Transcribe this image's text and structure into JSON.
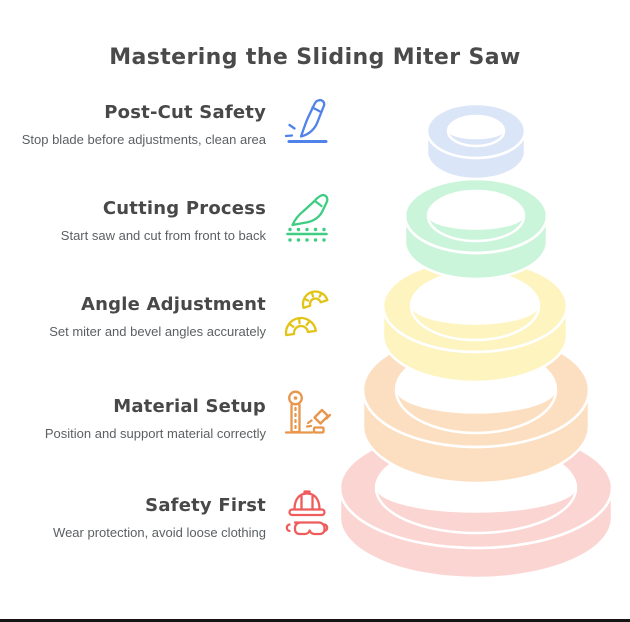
{
  "header": {
    "title": "Mastering the Sliding Miter Saw",
    "color": "#4a4a4a"
  },
  "steps": [
    {
      "title": "Post-Cut Safety",
      "description": "Stop blade before adjustments, clean area",
      "icon": "scalpel-cut-icon",
      "icon_color": "#4f83ea",
      "ring_color": "#dbe5f8"
    },
    {
      "title": "Cutting Process",
      "description": "Start saw and cut from front to back",
      "icon": "cutting-knife-icon",
      "icon_color": "#3fcc83",
      "ring_color": "#cbf5da"
    },
    {
      "title": "Angle Adjustment",
      "description": "Set miter and bevel angles accurately",
      "icon": "protractor-icon",
      "icon_color": "#e2c418",
      "ring_color": "#fdf4c0"
    },
    {
      "title": "Material Setup",
      "description": "Position and support material correctly",
      "icon": "measuring-stand-icon",
      "icon_color": "#e8964b",
      "ring_color": "#fcdfc1"
    },
    {
      "title": "Safety First",
      "description": "Wear protection, avoid loose clothing",
      "icon": "hard-hat-goggles-icon",
      "icon_color": "#ee5c5c",
      "ring_color": "#fbd5d2"
    }
  ],
  "decoration": {
    "ring_outline_color": "#ffffff",
    "bottom_border_color": "#141414"
  }
}
